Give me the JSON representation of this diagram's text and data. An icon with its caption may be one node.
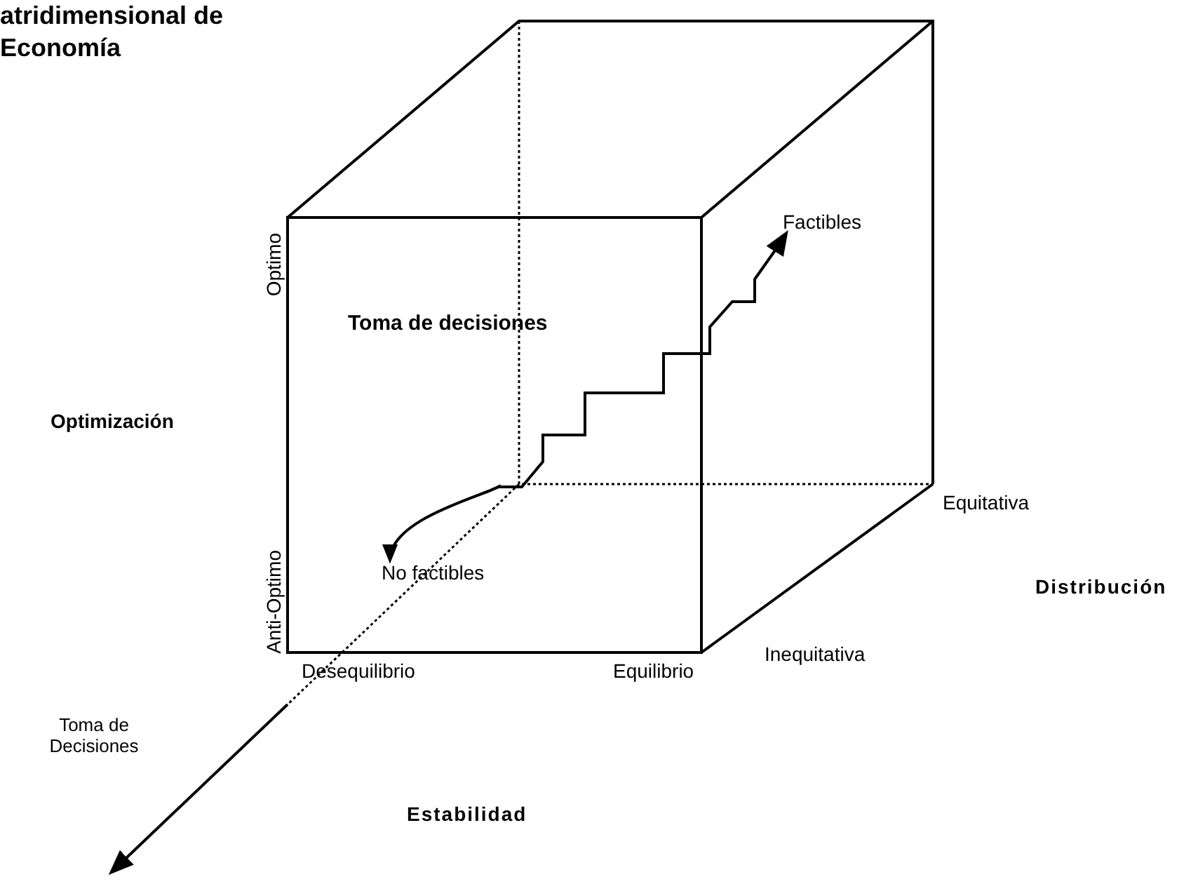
{
  "diagram": {
    "title": "atridimensional de Economía",
    "nodes": [
      {
        "text": [
          "Factibles"
        ]
      },
      {
        "text": [
          "No factibles"
        ]
      }
    ],
    "edges": [
      {
        "from": null,
        "to": 0,
        "arrow": "to"
      },
      {
        "from": null,
        "to": 1,
        "arrow": "to"
      }
    ],
    "labels": [
      "Optimo",
      "Toma de decisiones",
      "Optimización",
      "Anti-Optimo",
      "Equitativa",
      "Distribución",
      "Inequitativa",
      "Toma de Decisiones",
      "Desequilibrio",
      "Equilibrio",
      "Estabilidad"
    ]
  }
}
